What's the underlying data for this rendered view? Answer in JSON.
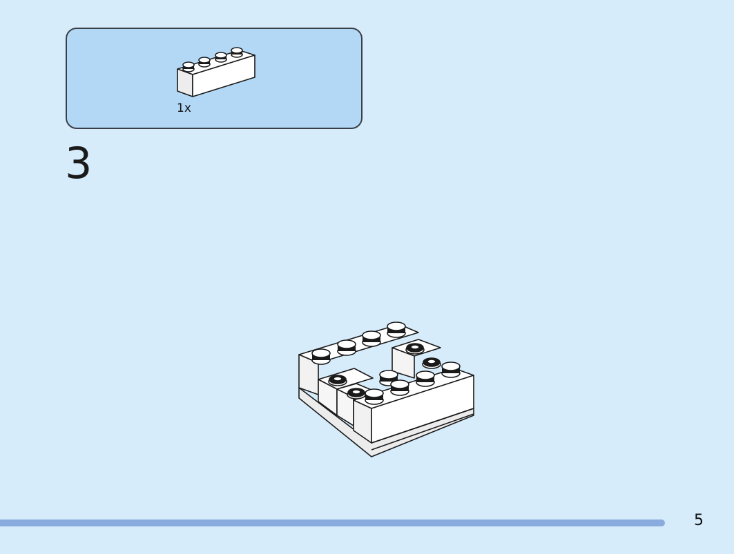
{
  "parts_callout": {
    "quantity": "1x",
    "part_icon": "brick-1x4-icon",
    "part_color": "#ffffff"
  },
  "step": {
    "number": "3"
  },
  "model_icon": "assembled-model-icon",
  "footer": {
    "page_number": "5",
    "bar_color": "#89abde"
  },
  "colors": {
    "background": "#d6ecfb",
    "callout_background": "#b3d8f5",
    "outline": "#1a1a1a"
  }
}
